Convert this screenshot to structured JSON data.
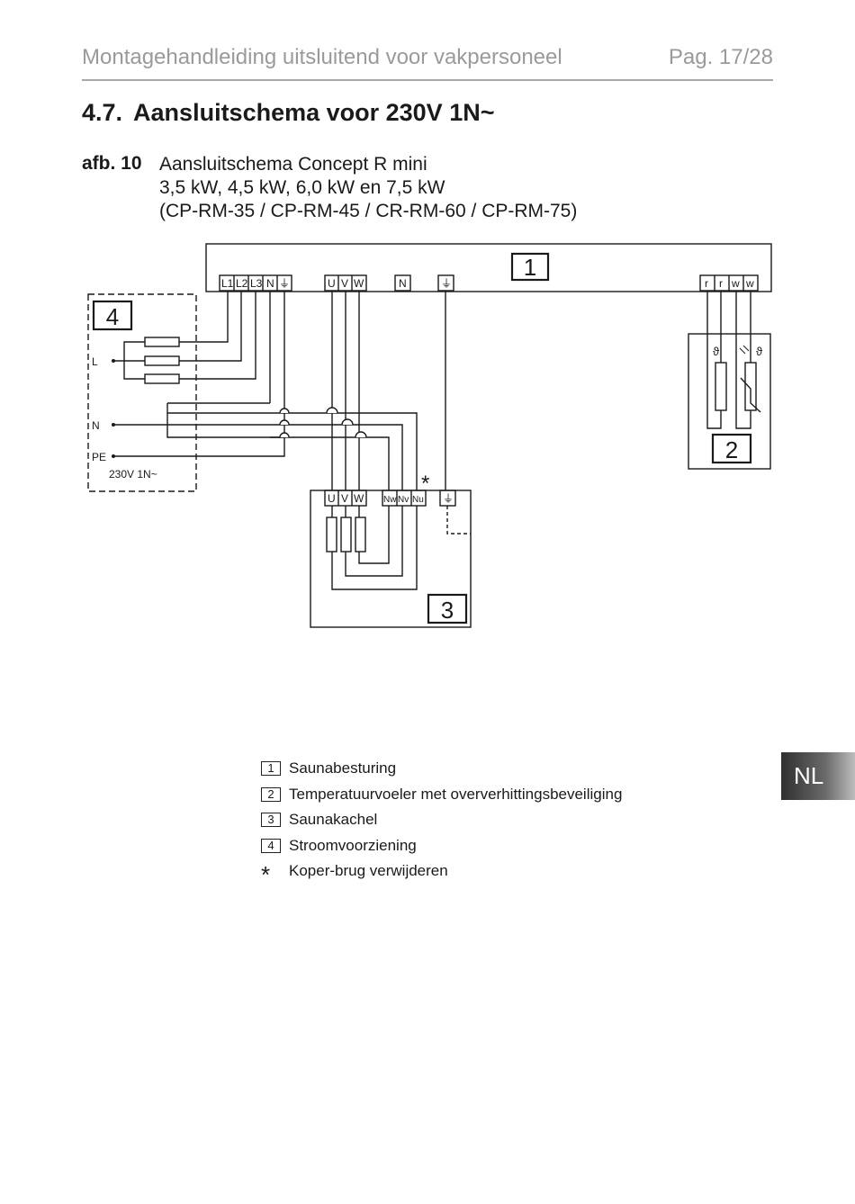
{
  "header": {
    "title": "Montagehandleiding uitsluitend voor vakpersoneel",
    "page": "Pag. 17/28"
  },
  "section": {
    "number": "4.7.",
    "title": "Aansluitschema voor 230V 1N~"
  },
  "figure": {
    "label": "afb. 10",
    "line1": "Aansluitschema Concept R mini",
    "line2": "3,5 kW, 4,5 kW, 6,0 kW en 7,5 kW",
    "line3": "(CP-RM-35 / CP-RM-45 / CR-RM-60 / CP-RM-75)"
  },
  "diagram": {
    "box1_number": "1",
    "box2_number": "2",
    "box3_number": "3",
    "box4_number": "4",
    "controller_terminals_left": [
      "L1",
      "L2",
      "L3",
      "N",
      "⏚"
    ],
    "controller_terminals_mid": [
      "U",
      "V",
      "W"
    ],
    "controller_terminal_n": "N",
    "controller_terminal_pe": "⏚",
    "controller_terminals_right": [
      "r",
      "r",
      "w",
      "w"
    ],
    "heater_terminals_uvw": [
      "U",
      "V",
      "W"
    ],
    "heater_terminals_n": [
      "Nw",
      "Nv",
      "Nu"
    ],
    "heater_terminal_pe": "⏚",
    "supply_L": "L",
    "supply_N": "N",
    "supply_PE": "PE",
    "supply_voltage": "230V 1N~",
    "copper_bridge_mark": "*",
    "sensor_symbol": "ϑ"
  },
  "legend": {
    "items": [
      {
        "box": "1",
        "text": "Saunabesturing"
      },
      {
        "box": "2",
        "text": "Temperatuurvoeler met oververhittingsbeveiliging"
      },
      {
        "box": "3",
        "text": "Saunakachel"
      },
      {
        "box": "4",
        "text": "Stroomvoorziening"
      }
    ],
    "star": "*",
    "star_text": "Koper-brug verwijderen"
  },
  "language_tab": "NL"
}
